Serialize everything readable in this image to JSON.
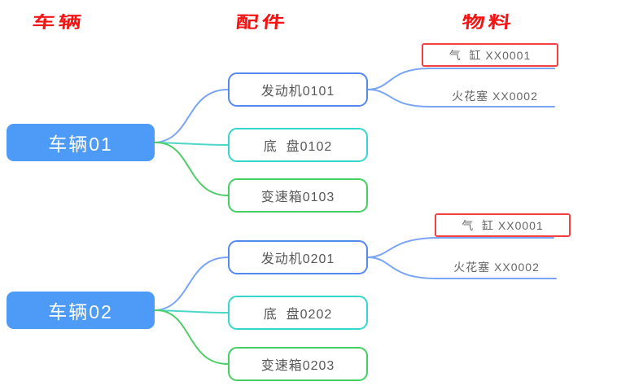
{
  "headers": {
    "vehicle": "车辆",
    "parts": "配件",
    "materials": "物料"
  },
  "colors": {
    "header_red": "#f41414",
    "root_fill": "#4e9bf7",
    "root_text": "#ffffff",
    "engine_border": "#5588f0",
    "chassis_border": "#35d6cb",
    "gearbox_border": "#44cf63",
    "material_highlight_border": "#f34040",
    "branch_blue": "#7aa4f4",
    "branch_teal": "#4fd6cb",
    "branch_green": "#4fce6a",
    "node_text": "#575757"
  },
  "trees": [
    {
      "root": {
        "label": "车辆01"
      },
      "parts": [
        {
          "label": "发动机0101",
          "materials": [
            {
              "label": "气  缸 XX0001",
              "highlighted": true
            },
            {
              "label": "火花塞 XX0002",
              "highlighted": false
            }
          ]
        },
        {
          "label": "底  盘0102",
          "materials": []
        },
        {
          "label": "变速箱0103",
          "materials": []
        }
      ]
    },
    {
      "root": {
        "label": "车辆02"
      },
      "parts": [
        {
          "label": "发动机0201",
          "materials": [
            {
              "label": "气  缸 XX0001",
              "highlighted": true
            },
            {
              "label": "火花塞 XX0002",
              "highlighted": false
            }
          ]
        },
        {
          "label": "底  盘0202",
          "materials": []
        },
        {
          "label": "变速箱0203",
          "materials": []
        }
      ]
    }
  ]
}
